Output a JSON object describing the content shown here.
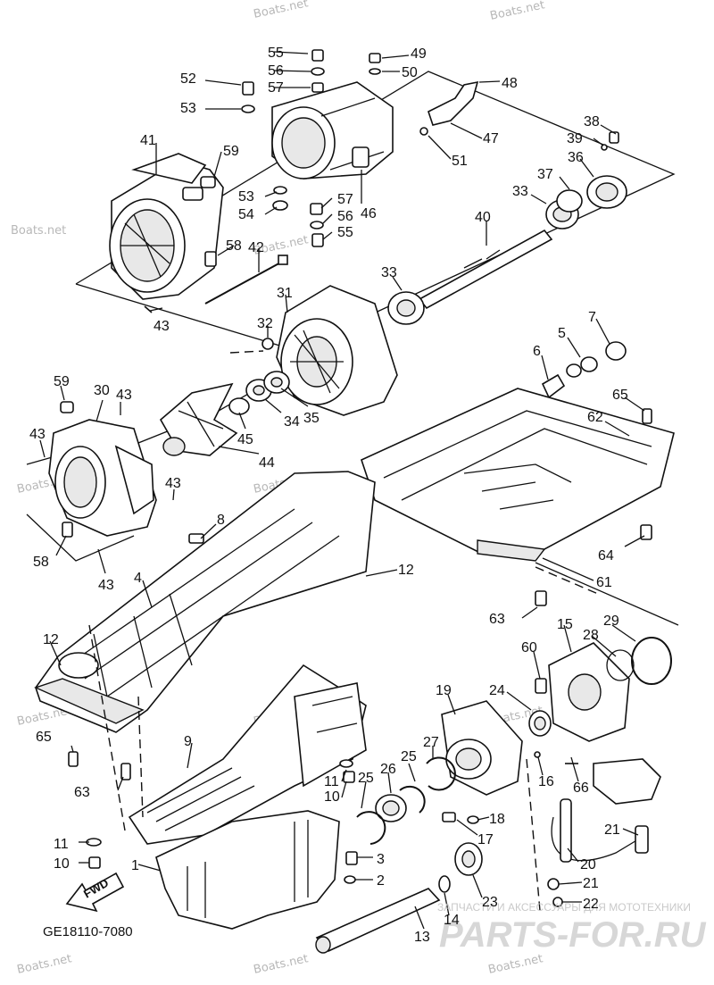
{
  "diagram": {
    "code": "GE18110-7080",
    "fwd_label": "FWD",
    "watermark_site": "Boats.net",
    "brand_top": "ЗАПЧАСТИ И АКСЕССУАРЫ ДЛЯ МОТОТЕХНИКИ",
    "brand_main": "PARTS-FOR.RU",
    "callouts": [
      "1",
      "2",
      "3",
      "4",
      "5",
      "6",
      "7",
      "8",
      "9",
      "10",
      "10",
      "11",
      "11",
      "12",
      "12",
      "13",
      "14",
      "15",
      "16",
      "17",
      "18",
      "19",
      "20",
      "21",
      "21",
      "22",
      "23",
      "24",
      "25",
      "25",
      "26",
      "27",
      "28",
      "29",
      "30",
      "31",
      "32",
      "33",
      "33",
      "34",
      "35",
      "36",
      "37",
      "38",
      "39",
      "40",
      "41",
      "42",
      "43",
      "43",
      "43",
      "43",
      "43",
      "44",
      "45",
      "46",
      "47",
      "48",
      "49",
      "50",
      "51",
      "52",
      "53",
      "53",
      "54",
      "55",
      "55",
      "56",
      "56",
      "57",
      "57",
      "58",
      "58",
      "59",
      "59",
      "60",
      "61",
      "62",
      "63",
      "63",
      "64",
      "65",
      "65",
      "66"
    ]
  }
}
